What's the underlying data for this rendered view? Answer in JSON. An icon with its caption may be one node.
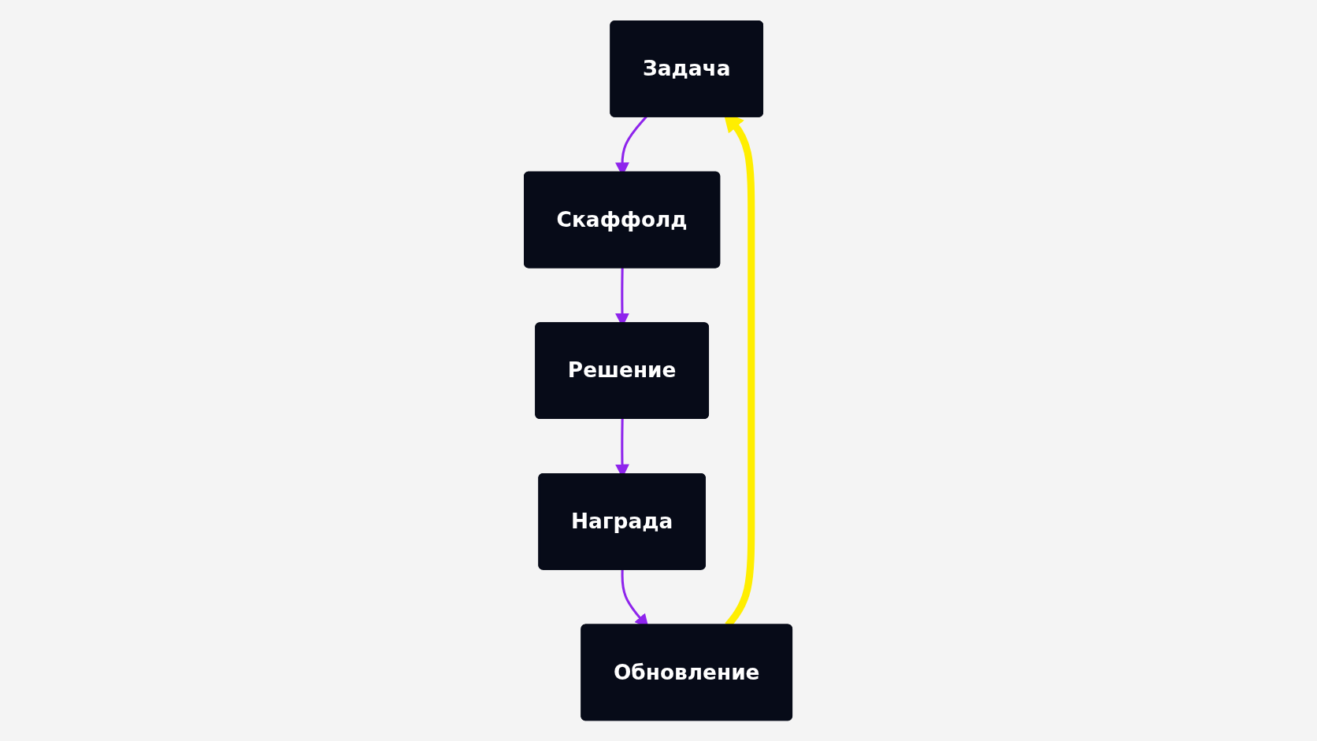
{
  "diagram": {
    "nodes": [
      {
        "text": [
          "Задача"
        ]
      },
      {
        "text": [
          "Скаффолд"
        ]
      },
      {
        "text": [
          "Решение"
        ]
      },
      {
        "text": [
          "Награда"
        ]
      },
      {
        "text": [
          "Обновление"
        ]
      }
    ],
    "edges": [
      {
        "from": 0,
        "to": 1,
        "arrow": "to"
      },
      {
        "from": 1,
        "to": 2,
        "arrow": "to"
      },
      {
        "from": 2,
        "to": 3,
        "arrow": "to"
      },
      {
        "from": 3,
        "to": 4,
        "arrow": "to"
      },
      {
        "from": 4,
        "to": 0,
        "arrow": "to",
        "style": "thick",
        "color": "#ffee00"
      }
    ]
  }
}
